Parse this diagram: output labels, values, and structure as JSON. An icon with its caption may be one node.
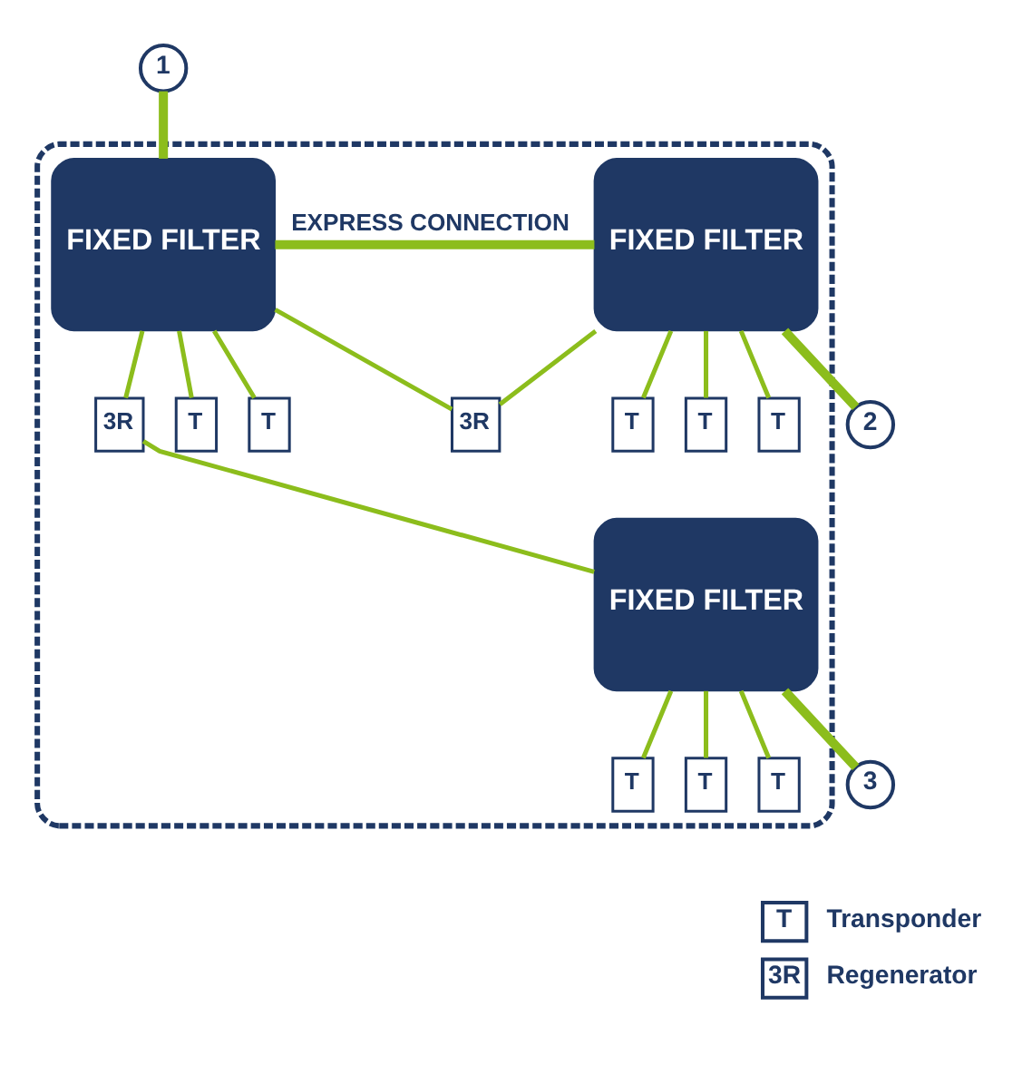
{
  "diagram": {
    "nodes": [
      {
        "text": [],
        "shape": "box"
      },
      {
        "text": [
          "1"
        ]
      },
      {
        "text": [
          "FIXED FILTER"
        ],
        "in": 0
      },
      {
        "text": [
          "FIXED FILTER"
        ],
        "in": 0
      },
      {
        "text": [
          "2"
        ]
      },
      {
        "text": [
          "T"
        ],
        "in": 0
      },
      {
        "text": [
          "T"
        ],
        "in": 0
      },
      {
        "text": [
          "T"
        ],
        "in": 0
      },
      {
        "text": [
          "T"
        ],
        "in": 0
      },
      {
        "text": [
          "T"
        ],
        "in": 0
      },
      {
        "text": [
          "3R"
        ],
        "in": 0
      },
      {
        "text": [
          "FIXED FILTER"
        ],
        "in": 0
      },
      {
        "text": [
          "T"
        ],
        "in": 0
      },
      {
        "text": [
          "T"
        ],
        "in": 0
      },
      {
        "text": [
          "T"
        ],
        "in": 0
      },
      {
        "text": [
          "3R"
        ],
        "in": 0
      },
      {
        "text": [
          "3"
        ]
      }
    ],
    "edges": [
      {
        "from": 1,
        "to": 2,
        "arrow": "none",
        "style": "thick"
      },
      {
        "from": 2,
        "to": 3,
        "arrow": "none",
        "style": "thick",
        "label": "EXPRESS CONNECTION"
      },
      {
        "from": 3,
        "to": 4,
        "arrow": "none",
        "style": "thick"
      },
      {
        "from": 2,
        "to": 5,
        "arrow": "none"
      },
      {
        "from": 2,
        "to": 6,
        "arrow": "none"
      },
      {
        "from": 3,
        "to": 7,
        "arrow": "none"
      },
      {
        "from": 3,
        "to": 8,
        "arrow": "none"
      },
      {
        "from": 3,
        "to": 9,
        "arrow": "none"
      },
      {
        "from": 2,
        "to": 10,
        "arrow": "none"
      },
      {
        "from": 10,
        "to": 3,
        "arrow": "none"
      },
      {
        "from": 11,
        "to": 16,
        "arrow": "none",
        "style": "thick"
      },
      {
        "from": 11,
        "to": 12,
        "arrow": "none"
      },
      {
        "from": 11,
        "to": 13,
        "arrow": "none"
      },
      {
        "from": 11,
        "to": 14,
        "arrow": "none"
      },
      {
        "from": 2,
        "to": 15,
        "arrow": "none"
      },
      {
        "from": 15,
        "to": 11,
        "arrow": "none"
      }
    ],
    "labels": [
      "T",
      "3R"
    ],
    "legend": [
      {
        "text": "Transponder"
      },
      {
        "text": "Regenerator"
      }
    ]
  }
}
